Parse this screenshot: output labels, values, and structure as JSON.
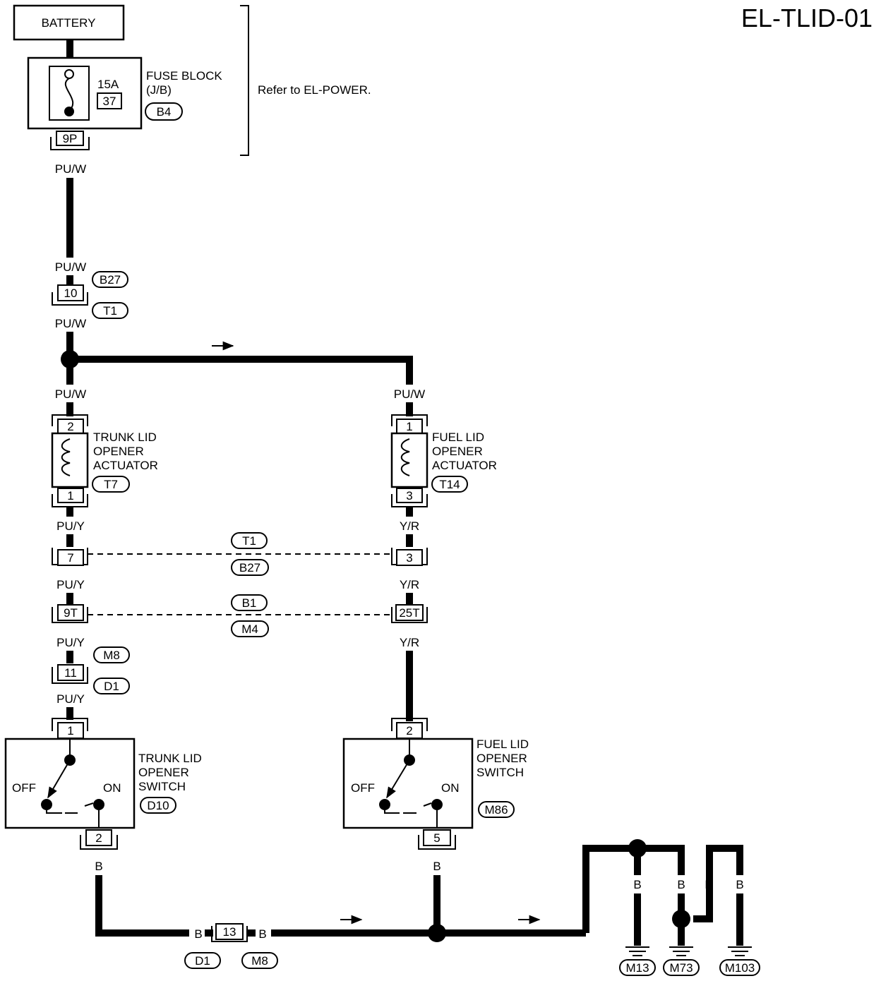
{
  "diagram_id": "EL-TLID-01",
  "battery": "BATTERY",
  "fuse": {
    "amps": "15A",
    "number": "37",
    "name_line1": "FUSE BLOCK",
    "name_line2": "(J/B)",
    "conn": "B4",
    "pin": "9P"
  },
  "power_note": "Refer to  EL-POWER.",
  "wires": {
    "puw": "PU/W",
    "puy": "PU/Y",
    "yr": "Y/R",
    "b": "B"
  },
  "connectors": {
    "b27": "B27",
    "t1": "T1",
    "t7": "T7",
    "t14": "T14",
    "b1": "B1",
    "m4": "M4",
    "m8": "M8",
    "d1": "D1",
    "d10": "D10",
    "m86": "M86",
    "m13": "M13",
    "m73": "M73",
    "m103": "M103"
  },
  "pins": {
    "p10": "10",
    "p2": "2",
    "p1": "1",
    "p7": "7",
    "p9t": "9T",
    "p11": "11",
    "p3": "3",
    "p25t": "25T",
    "p5": "5",
    "p13": "13"
  },
  "trunk_actuator": [
    "TRUNK LID",
    "OPENER",
    "ACTUATOR"
  ],
  "fuel_actuator": [
    "FUEL LID",
    "OPENER",
    "ACTUATOR"
  ],
  "trunk_switch": [
    "TRUNK LID",
    "OPENER",
    "SWITCH"
  ],
  "fuel_switch": [
    "FUEL LID",
    "OPENER",
    "SWITCH"
  ],
  "switch_states": {
    "off": "OFF",
    "on": "ON"
  }
}
